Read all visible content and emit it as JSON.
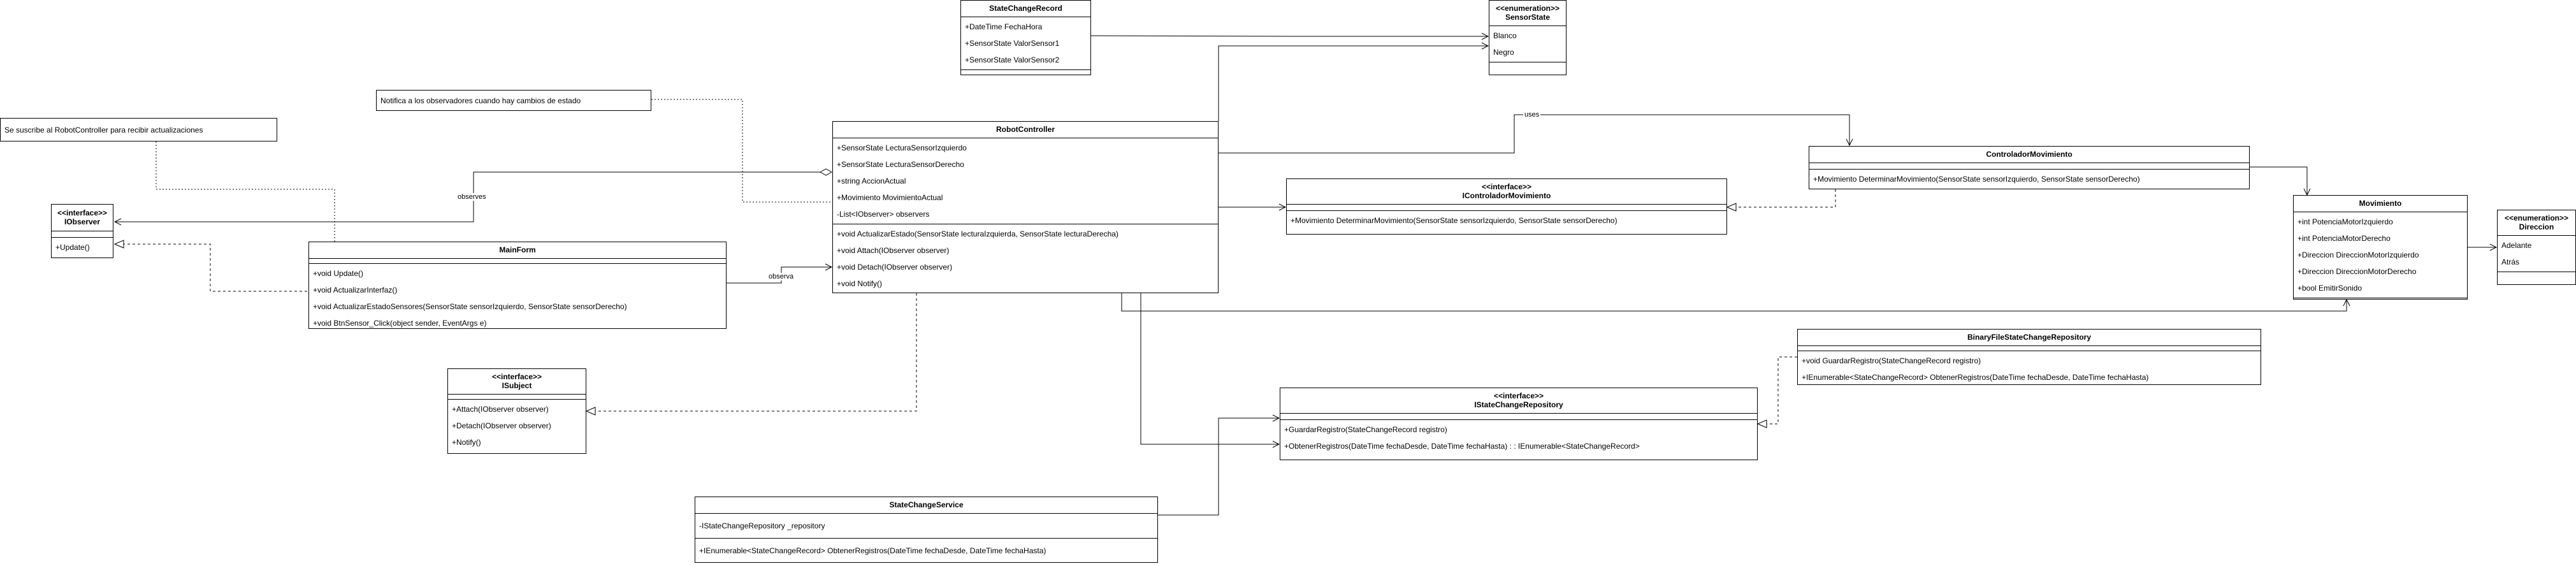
{
  "notes": {
    "subscribe": "Se suscribe al RobotController para recibir actualizaciones",
    "notify": "Notifica a los observadores cuando hay cambios de estado"
  },
  "labels": {
    "observes_left": "observes",
    "observa": "observa",
    "uses": "uses"
  },
  "classes": {
    "state_change_record": {
      "title": "StateChangeRecord",
      "attributes": [
        "+DateTime FechaHora",
        "+SensorState ValorSensor1",
        "+SensorState ValorSensor2"
      ],
      "methods": []
    },
    "sensor_state": {
      "stereotype": "<<enumeration>>",
      "title": "SensorState",
      "attributes": [
        "Blanco",
        "Negro"
      ],
      "methods": []
    },
    "iobserver": {
      "stereotype": "<<interface>>",
      "title": "IObserver",
      "attributes": [],
      "methods": [
        "+Update()"
      ]
    },
    "robot_controller": {
      "title": "RobotController",
      "attributes": [
        "+SensorState LecturaSensorIzquierdo",
        "+SensorState LecturaSensorDerecho",
        "+string AccionActual",
        "+Movimiento MovimientoActual",
        "-List<IObserver> observers"
      ],
      "methods": [
        "+void ActualizarEstado(SensorState lecturaIzquierda, SensorState lecturaDerecha)",
        "+void Attach(IObserver observer)",
        "+void Detach(IObserver observer)",
        "+void Notify()"
      ]
    },
    "controlador_movimiento": {
      "title": "ControladorMovimiento",
      "attributes": [],
      "methods": [
        "+Movimiento DeterminarMovimiento(SensorState sensorIzquierdo, SensorState sensorDerecho)"
      ]
    },
    "icontrolador_movimiento": {
      "stereotype": "<<interface>>",
      "title": "IControladorMovimiento",
      "attributes": [],
      "methods": [
        "+Movimiento DeterminarMovimiento(SensorState sensorIzquierdo, SensorState sensorDerecho)"
      ]
    },
    "movimiento": {
      "title": "Movimiento",
      "attributes": [
        "+int PotenciaMotorIzquierdo",
        "+int PotenciaMotorDerecho",
        "+Direccion DireccionMotorIzquierdo",
        "+Direccion DireccionMotorDerecho",
        "+bool EmitirSonido"
      ],
      "methods": []
    },
    "direccion": {
      "stereotype": "<<enumeration>>",
      "title": "Direccion",
      "attributes": [
        "Adelante",
        "Atrás"
      ],
      "methods": []
    },
    "main_form": {
      "title": "MainForm",
      "attributes": [],
      "methods": [
        "+void Update()",
        "+void ActualizarInterfaz()",
        "+void ActualizarEstadoSensores(SensorState sensorIzquierdo, SensorState sensorDerecho)",
        "+void BtnSensor_Click(object sender, EventArgs e)"
      ]
    },
    "isubject": {
      "stereotype": "<<interface>>",
      "title": "ISubject",
      "attributes": [],
      "methods": [
        "+Attach(IObserver observer)",
        "+Detach(IObserver observer)",
        "+Notify()"
      ]
    },
    "binary_repo": {
      "title": "BinaryFileStateChangeRepository",
      "attributes": [],
      "methods": [
        "+void GuardarRegistro(StateChangeRecord registro)",
        "+IEnumerable<StateChangeRecord> ObtenerRegistros(DateTime fechaDesde, DateTime fechaHasta)"
      ]
    },
    "istate_repo": {
      "stereotype": "<<interface>>",
      "title": "IStateChangeRepository",
      "attributes": [],
      "methods": [
        "+GuardarRegistro(StateChangeRecord registro)",
        "+ObtenerRegistros(DateTime fechaDesde, DateTime fechaHasta) : : IEnumerable<StateChangeRecord>"
      ]
    },
    "state_service": {
      "title": "StateChangeService",
      "attributes": [
        "-IStateChangeRepository _repository"
      ],
      "methods": [
        "+IEnumerable<StateChangeRecord> ObtenerRegistros(DateTime fechaDesde, DateTime fechaHasta)"
      ]
    }
  }
}
